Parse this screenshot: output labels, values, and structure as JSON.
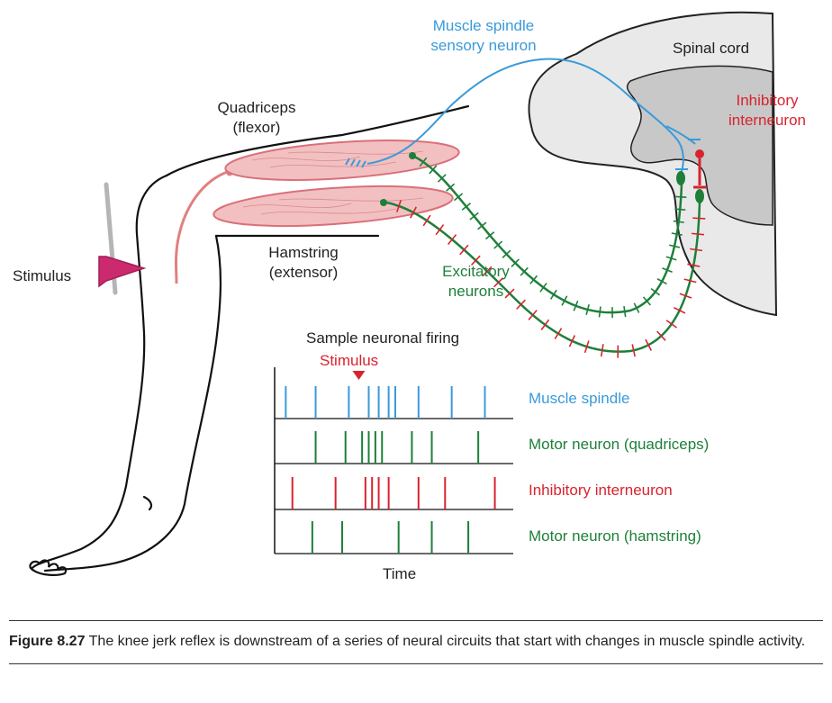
{
  "labels": {
    "spindle_neuron_line1": "Muscle spindle",
    "spindle_neuron_line2": "sensory neuron",
    "spinal_cord": "Spinal cord",
    "inhibitory_line1": "Inhibitory",
    "inhibitory_line2": "interneuron",
    "quadriceps_line1": "Quadriceps",
    "quadriceps_line2": "(flexor)",
    "hamstring_line1": "Hamstring",
    "hamstring_line2": "(extensor)",
    "excitatory_line1": "Excitatory",
    "excitatory_line2": "neurons",
    "stimulus_side": "Stimulus",
    "firing_title": "Sample neuronal firing",
    "stimulus_marker": "Stimulus",
    "time_axis": "Time"
  },
  "colors": {
    "blue": "#3a9ad9",
    "green": "#1e7f3a",
    "red": "#d9232e",
    "muscle_fill": "#f2c0c0",
    "muscle_stroke": "#d9707a",
    "cord_outer": "#e6e6e6",
    "cord_inner": "#c9c9c9",
    "hammer": "#cc2a6e"
  },
  "raster": {
    "rows": [
      {
        "label": "Muscle spindle",
        "color": "#3a9ad9",
        "spikes": [
          2,
          11,
          21,
          27,
          30,
          33,
          35,
          42,
          52,
          62
        ]
      },
      {
        "label": "Motor neuron (quadriceps)",
        "color": "#1e7f3a",
        "spikes": [
          11,
          20,
          25,
          27,
          29,
          31,
          40,
          46,
          60
        ]
      },
      {
        "label": "Inhibitory interneuron",
        "color": "#d9232e",
        "spikes": [
          4,
          17,
          26,
          28,
          30,
          33,
          42,
          50,
          65
        ]
      },
      {
        "label": "Motor neuron (hamstring)",
        "color": "#1e7f3a",
        "spikes": [
          10,
          19,
          36,
          46,
          57
        ]
      }
    ],
    "time_range": [
      0,
      70
    ],
    "stimulus_time": 24
  },
  "caption": {
    "bold": "Figure 8.27",
    "text": " The knee jerk reflex is downstream of a series of neural circuits that start with changes in muscle spindle activity."
  }
}
